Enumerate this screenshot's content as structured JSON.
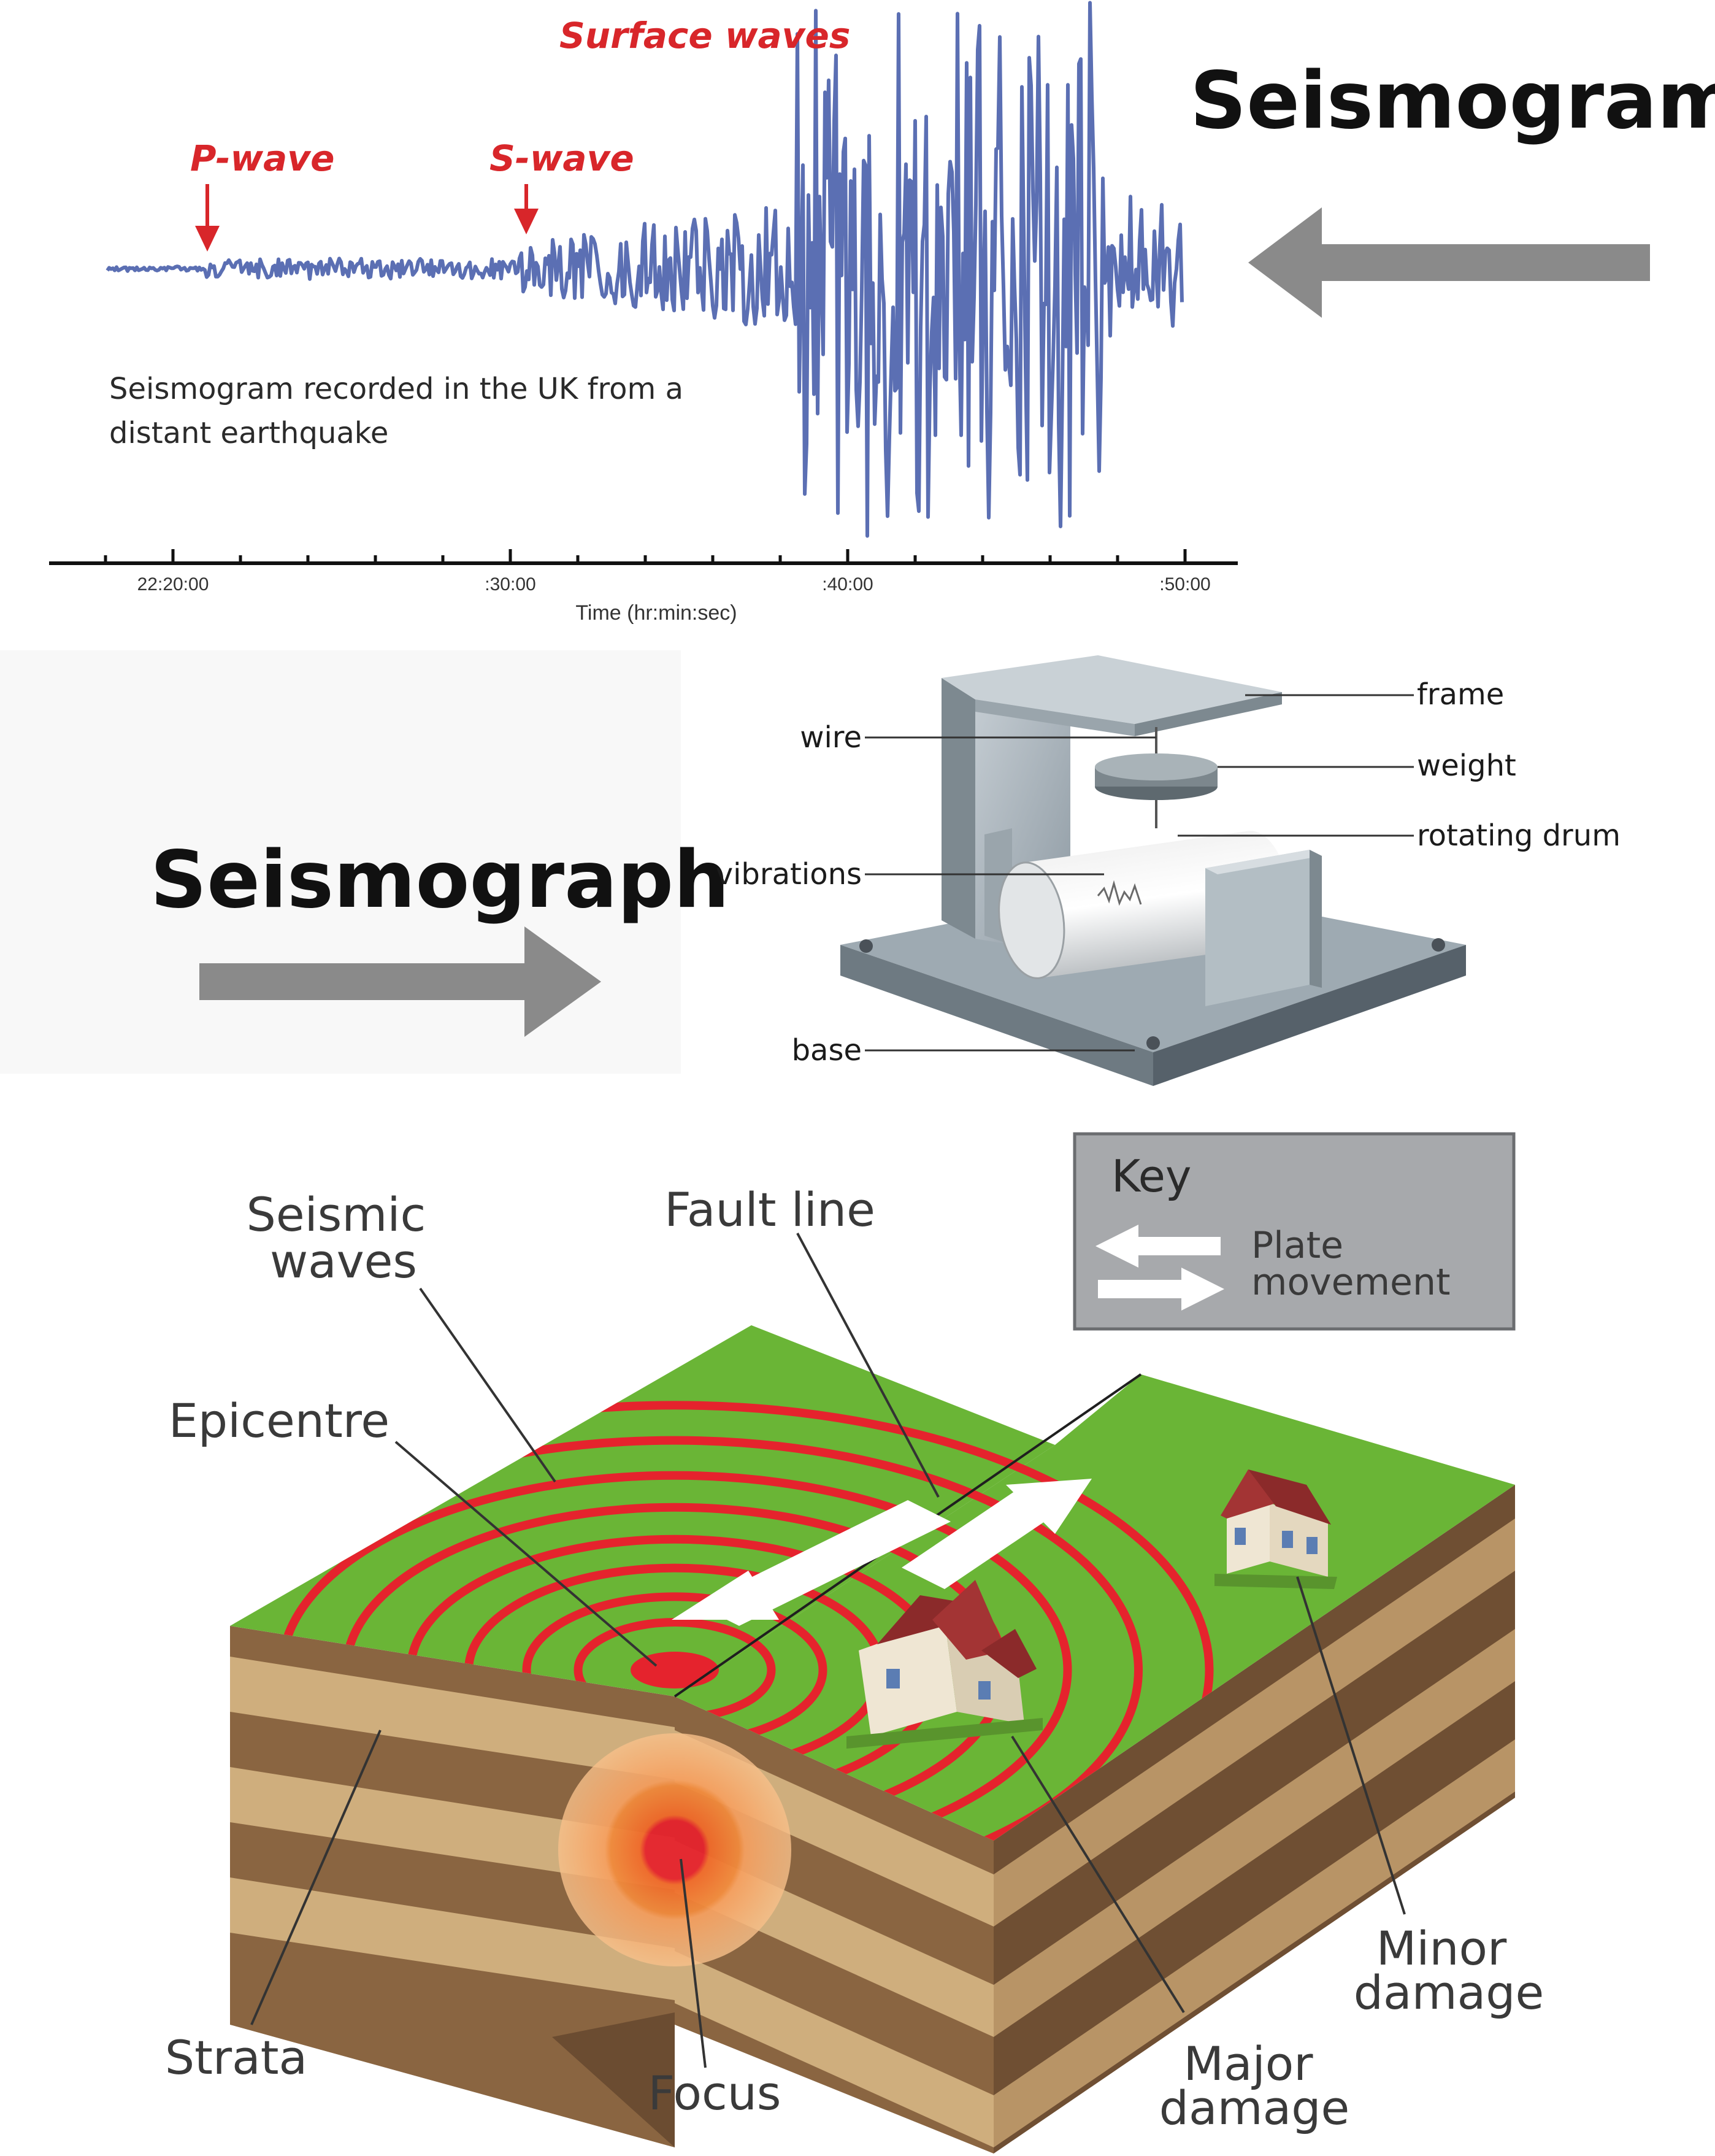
{
  "seismogram": {
    "heading": "Seismogram",
    "labels": {
      "p_wave": "P-wave",
      "s_wave": "S-wave",
      "surface_waves": "Surface waves"
    },
    "note_line1": "Seismogram recorded in the UK from a",
    "note_line2": "distant earthquake",
    "axis_title": "Time (hr:min:sec)",
    "ticks": [
      "22:20:00",
      ":30:00",
      ":40:00",
      ":50:00"
    ],
    "trace_color": "#5b6fb3",
    "label_color": "#d8262a"
  },
  "seismograph": {
    "heading": "Seismograph",
    "parts": {
      "frame": "frame",
      "weight": "weight",
      "rotating_drum": "rotating drum",
      "wire": "wire",
      "vibrations": "vibrations",
      "base": "base"
    }
  },
  "earthquake": {
    "labels": {
      "seismic_waves_1": "Seismic",
      "seismic_waves_2": "waves",
      "fault_line": "Fault line",
      "epicentre": "Epicentre",
      "strata": "Strata",
      "focus": "Focus",
      "major_damage_1": "Major",
      "major_damage_2": "damage",
      "minor_damage_1": "Minor",
      "minor_damage_2": "damage"
    },
    "key": {
      "title": "Key",
      "item_line1": "Plate",
      "item_line2": "movement"
    },
    "colors": {
      "grass": "#6ab536",
      "wave_ring": "#e5232d",
      "soil_dark": "#8a6541",
      "soil_light": "#cfae7d",
      "focus": "#f08a3c"
    }
  },
  "arrow_color": "#8a8a8a"
}
